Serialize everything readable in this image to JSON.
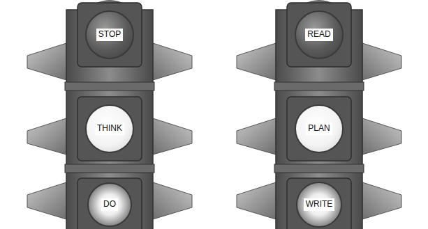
{
  "diagram": {
    "nodes": [
      {
        "text": [
          "STOP"
        ]
      },
      {
        "text": [
          "THINK"
        ]
      },
      {
        "text": [
          "DO"
        ]
      },
      {
        "text": [
          "READ"
        ]
      },
      {
        "text": [
          "PLAN"
        ]
      },
      {
        "text": [
          "WRITE"
        ]
      }
    ]
  }
}
